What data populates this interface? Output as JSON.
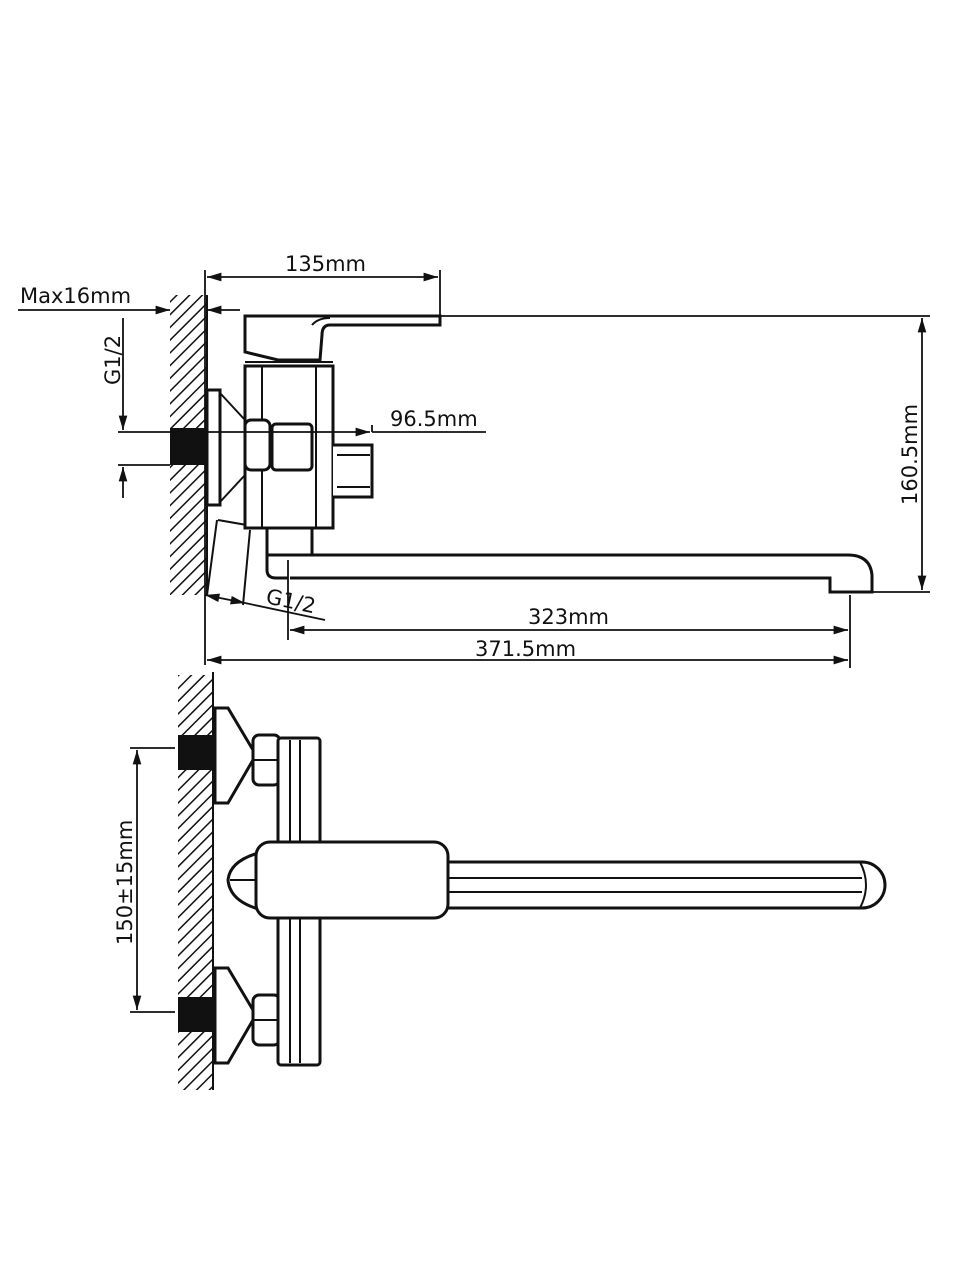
{
  "dimensions": {
    "wall_thickness": "Max16mm",
    "lever_reach": "135mm",
    "inlet_thread_vertical": "G1/2",
    "inlet_thread_angled": "G1/2",
    "body_depth": "96.5mm",
    "total_height": "160.5mm",
    "spout_length": "323mm",
    "total_length": "371.5mm",
    "inlet_spacing": "150±15mm"
  },
  "colors": {
    "line": "#111111",
    "background": "#ffffff"
  }
}
